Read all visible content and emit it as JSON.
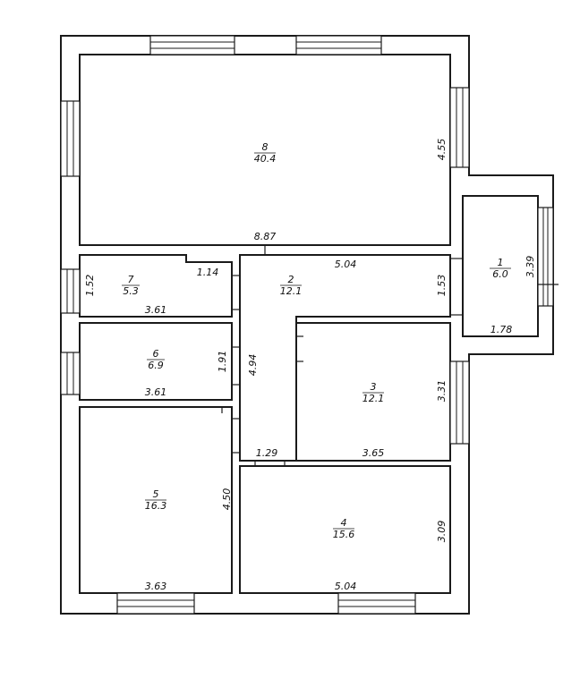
{
  "plan": {
    "rooms": [
      {
        "id": "r8",
        "number": "8",
        "area": "40.4"
      },
      {
        "id": "r7",
        "number": "7",
        "area": "5.3"
      },
      {
        "id": "r6",
        "number": "6",
        "area": "6.9"
      },
      {
        "id": "r5",
        "number": "5",
        "area": "16.3"
      },
      {
        "id": "r2",
        "number": "2",
        "area": "12.1"
      },
      {
        "id": "r3",
        "number": "3",
        "area": "12.1"
      },
      {
        "id": "r4",
        "number": "4",
        "area": "15.6"
      },
      {
        "id": "r1",
        "number": "1",
        "area": "6.0"
      }
    ],
    "dimensions": {
      "r8_width": "8.87",
      "r8_height": "4.55",
      "r7_height": "1.52",
      "r7_notch": "1.14",
      "r7_width": "3.61",
      "r6_width": "3.61",
      "r6_height": "1.91",
      "r5_height": "4.50",
      "r5_width": "3.63",
      "corridor_height": "4.94",
      "corridor_width": "1.29",
      "r2_width": "5.04",
      "r2_height": "1.53",
      "r3_height": "3.31",
      "r3_width": "3.65",
      "r4_height": "3.09",
      "r4_width": "5.04",
      "r1_height": "3.39",
      "r1_width": "1.78"
    }
  }
}
